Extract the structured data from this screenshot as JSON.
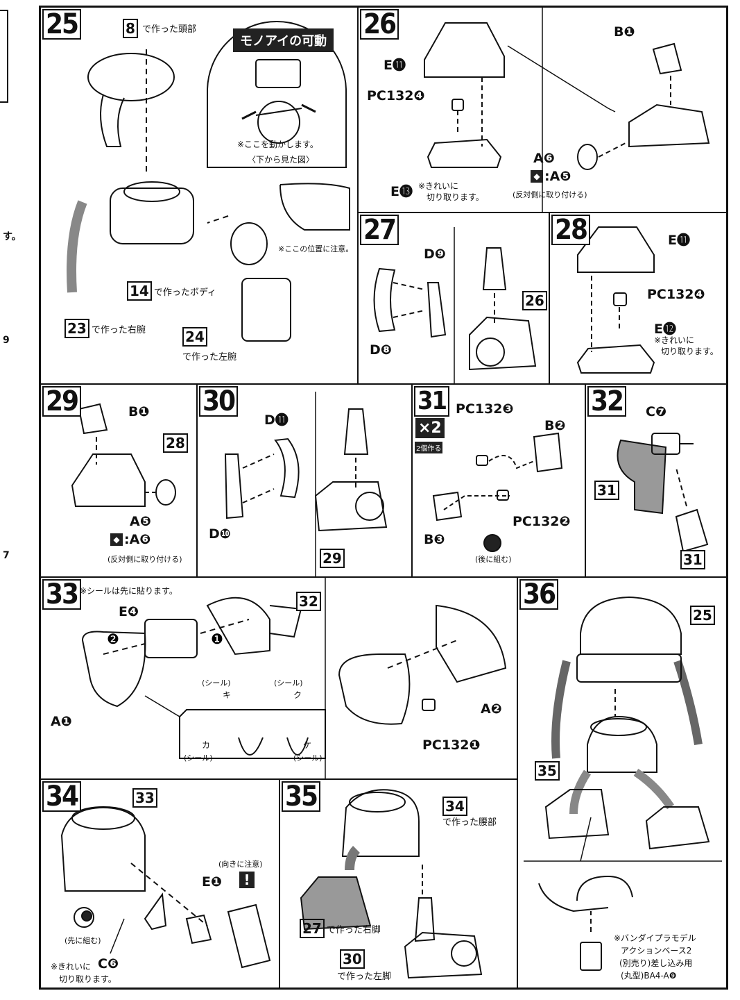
{
  "edge": {
    "frag1": "す。",
    "frag2": "9",
    "frag3": "7"
  },
  "steps": {
    "s25": {
      "num": "25",
      "head_ref": "8",
      "head_text": "で作った頭部",
      "monoeye_title": "モノアイの可動",
      "note_move": "※ここを動かします。",
      "note_view": "〈下から見た図〉",
      "note_pos": "※ここの位置に注意。",
      "body_ref": "14",
      "body_text": "で作ったボディ",
      "rarm_ref": "23",
      "rarm_text": "で作った右腕",
      "larm_ref": "24",
      "larm_text": "で作った左腕"
    },
    "s26": {
      "num": "26",
      "e11": "E⓫",
      "pc": "PC132❹",
      "e13": "E⓭",
      "e13_note1": "※きれいに",
      "e13_note2": "切り取ります。",
      "b1": "B❶",
      "a6": "A❻",
      "a5": ":A❺",
      "opp": "(反対側に取り付ける)"
    },
    "s27": {
      "num": "27",
      "d9": "D❾",
      "d8": "D❽",
      "ref26": "26"
    },
    "s28": {
      "num": "28",
      "e11": "E⓫",
      "pc": "PC132❹",
      "e12": "E⓬",
      "note1": "※きれいに",
      "note2": "切り取ります。"
    },
    "s29": {
      "num": "29",
      "b1": "B❶",
      "ref28": "28",
      "a5": "A❺",
      "a6": ":A❻",
      "opp": "(反対側に取り付ける)"
    },
    "s30": {
      "num": "30",
      "d11": "D⓫",
      "d10": "D❿",
      "ref29": "29"
    },
    "s31": {
      "num": "31",
      "x2": "×2",
      "make2": "2個作る",
      "pc3": "PC132❸",
      "b2": "B❷",
      "pc2": "PC132❷",
      "b3": "B❸",
      "later": "(後に組む)"
    },
    "s32": {
      "num": "32",
      "c7": "C❼",
      "ref31a": "31",
      "ref31b": "31"
    },
    "s33": {
      "num": "33",
      "sticker_first": "※シールは先に貼ります。",
      "e4": "E❹",
      "ref32": "32",
      "a1": "A❶",
      "a2": "A❷",
      "pc1": "PC132❶",
      "seal": "(シール)",
      "ki": "キ",
      "ku": "ク",
      "ka": "カ",
      "ke": "ケ",
      "mark2": "❷",
      "mark1": "❶"
    },
    "s34": {
      "num": "34",
      "ref33": "33",
      "dir_note": "(向きに注意)",
      "e1": "E❶",
      "later": "(先に組む)",
      "c6": "C❻",
      "note1": "※きれいに",
      "note2": "切り取ります。"
    },
    "s35": {
      "num": "35",
      "ref34": "34",
      "waist": "で作った腰部",
      "ref27": "27",
      "rleg": "で作った右脚",
      "ref30": "30",
      "lleg": "で作った左脚"
    },
    "s36": {
      "num": "36",
      "ref25": "25",
      "ref35": "35",
      "base1": "※バンダイプラモデル",
      "base2": "アクションベース2",
      "base3": "(別売り)差し込み用",
      "base4": "(丸型)BA4-A❾"
    }
  }
}
